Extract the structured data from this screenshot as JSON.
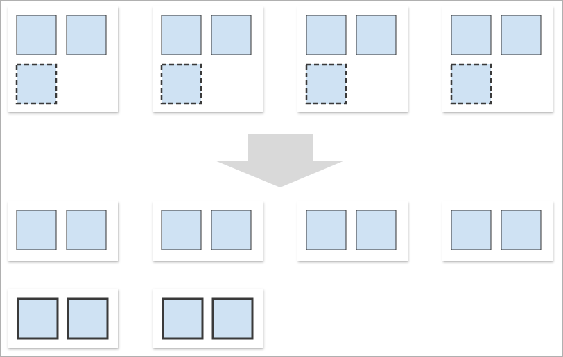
{
  "colors": {
    "background": "#ffffff",
    "card": "#ffffff",
    "box_fill": "#cfe2f3",
    "box_stroke": "#333333",
    "arrow": "#d9d9d9"
  },
  "diagram": {
    "before": {
      "cards": [
        {
          "boxes": [
            "solid",
            "solid",
            "dashed"
          ]
        },
        {
          "boxes": [
            "solid",
            "solid",
            "dashed"
          ]
        },
        {
          "boxes": [
            "solid",
            "solid",
            "dashed"
          ]
        },
        {
          "boxes": [
            "solid",
            "solid",
            "dashed"
          ]
        }
      ]
    },
    "arrow": {
      "direction": "down"
    },
    "after": {
      "cards": [
        {
          "boxes": [
            "solid",
            "solid"
          ]
        },
        {
          "boxes": [
            "solid",
            "solid"
          ]
        },
        {
          "boxes": [
            "solid",
            "solid"
          ]
        },
        {
          "boxes": [
            "solid",
            "solid"
          ]
        },
        {
          "boxes": [
            "bold",
            "bold"
          ]
        },
        {
          "boxes": [
            "bold",
            "bold"
          ]
        }
      ]
    }
  }
}
